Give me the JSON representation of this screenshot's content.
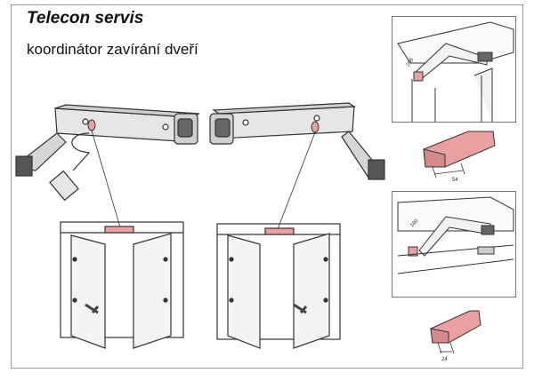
{
  "header": {
    "title": "Telecon servis",
    "subtitle": "koordinátor zavírání dveří"
  },
  "detail_top": {
    "dim_arm": "205",
    "dim_part": "54"
  },
  "detail_bottom": {
    "dim_arm": "180",
    "dim_part": "24"
  },
  "colors": {
    "accent_part": "#e8a0a0",
    "line": "#333333",
    "metal_light": "#e6e6e6",
    "metal_dark": "#555555"
  }
}
